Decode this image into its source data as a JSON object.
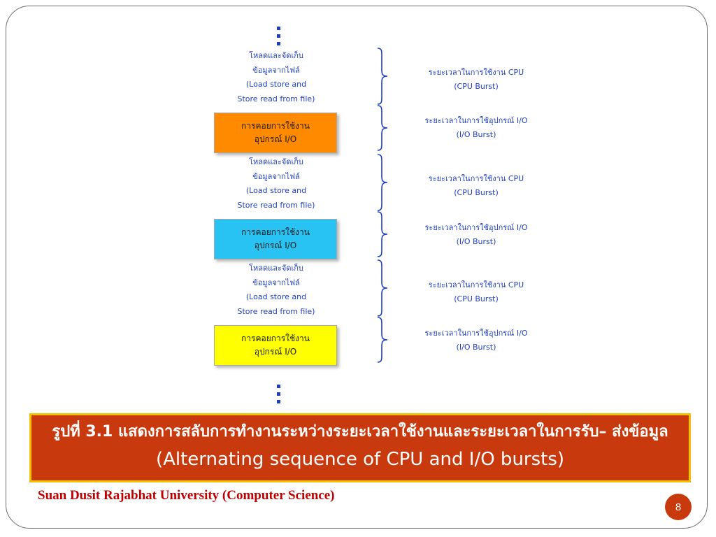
{
  "diagram": {
    "ellipsis": "⋮",
    "load_block": {
      "line1": "โหลดและจัดเก็บ",
      "line2": "ข้อมูลจากไฟล์",
      "line3": "(Load store and",
      "line4": "Store read from file)"
    },
    "wait_block": {
      "line1": "การคอยการใช้งาน",
      "line2": "อุปกรณ์ I/O"
    },
    "wait_colors": [
      "#ff8a00",
      "#29c3f3",
      "#ffff00"
    ],
    "cpu_burst": {
      "line1": "ระยะเวลาในการใช้งาน CPU",
      "line2": "(CPU Burst)"
    },
    "io_burst": {
      "line1": "ระยะเวลาในการใช้อุปกรณ์ I/O",
      "line2": "(I/O Burst)"
    }
  },
  "caption": {
    "thai": "รูปที่ 3.1   แสดงการสลับการทำงานระหว่างระยะเวลาใช้งานและระยะเวลาในการรับ– ส่งข้อมูล",
    "english": "(Alternating sequence of CPU and I/O bursts)",
    "background_color": "#c83a0d",
    "border_color": "#f2c200"
  },
  "footer": {
    "text": "Suan Dusit Rajabhat University (Computer Science)",
    "page_number": "8"
  }
}
